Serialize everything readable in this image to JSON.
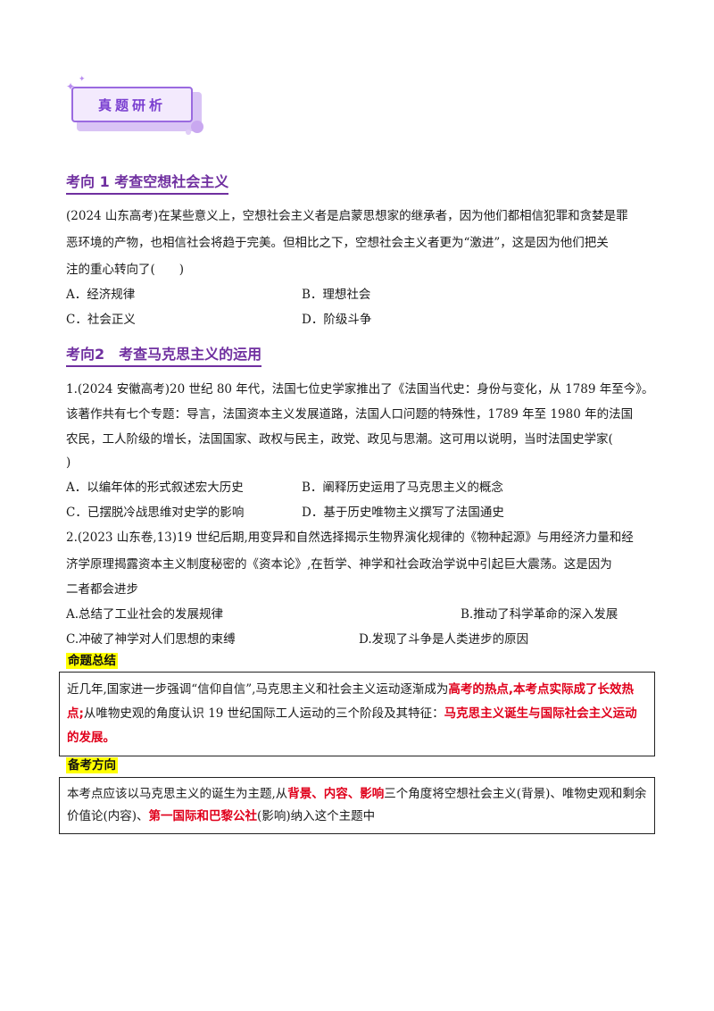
{
  "banner": {
    "title": "真题研析"
  },
  "section1": {
    "heading": "考向 1 考查空想社会主义",
    "question_lines": [
      "(2024 山东高考)在某些意义上，空想社会主义者是启蒙思想家的继承者，因为他们都相信犯罪和贪婪是罪",
      "恶环境的产物，也相信社会将趋于完美。但相比之下，空想社会主义者更为“激进”，这是因为他们把关",
      "注的重心转向了(　　)"
    ],
    "options": [
      "A．经济规律",
      "B．理想社会",
      "C．社会正义",
      "D．阶级斗争"
    ]
  },
  "section2": {
    "heading": "考向2　考查马克思主义的运用",
    "q1_lines": [
      "1.(2024 安徽高考)20 世纪 80 年代，法国七位史学家推出了《法国当代史：身份与变化，从 1789 年至今》。",
      "该著作共有七个专题：导言，法国资本主义发展道路，法国人口问题的特殊性，1789 年至 1980 年的法国",
      "农民，工人阶级的增长，法国国家、政权与民主，政党、政见与思潮。这可用以说明，当时法国史学家(",
      ")"
    ],
    "q1_options": [
      "A．以编年体的形式叙述宏大历史",
      "B．阐释历史运用了马克思主义的概念",
      "C．已摆脱冷战思维对史学的影响",
      "D．基于历史唯物主义撰写了法国通史"
    ],
    "q2_lines": [
      "2.(2023 山东卷,13)19 世纪后期,用变异和自然选择揭示生物界演化规律的《物种起源》与用经济力量和经",
      "济学原理揭露资本主义制度秘密的《资本论》,在哲学、神学和社会政治学说中引起巨大震荡。这是因为",
      "二者都会进步"
    ],
    "q2_options": [
      "A.总结了工业社会的发展规律",
      "B.推动了科学革命的深入发展",
      "C.冲破了神学对人们思想的束缚",
      "D.发现了斗争是人类进步的原因"
    ]
  },
  "summary": {
    "tag": "命题总结",
    "p1": "近几年,国家进一步强调“信仰自信”,马克思主义和社会主义运动逐渐成为",
    "r1": "高考的热点,本考点实际成了长效热点;",
    "p2": "从唯物史观的角度认识 19 世纪国际工人运动的三个阶段及其特征：",
    "r2": "马克思主义诞生与国际社会主义运动的发展。"
  },
  "direction": {
    "tag": "备考方向",
    "p1": "本考点应该以马克思主义的诞生为主题,从",
    "r1": "背景、内容、影响",
    "p2": "三个角度将空想社会主义(背景)、唯物史观和剩余价值论(内容)、",
    "r2": "第一国际和巴黎公社",
    "p3": "(影响)纳入这个主题中"
  }
}
